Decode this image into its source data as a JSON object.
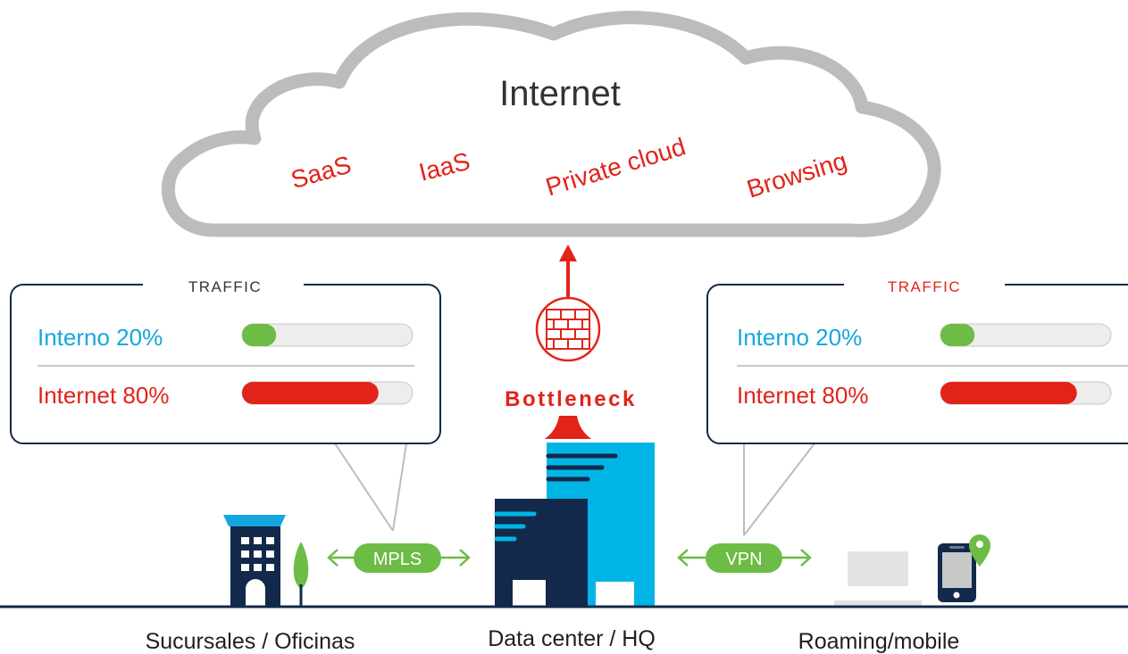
{
  "cloud": {
    "title": "Internet",
    "items": [
      "SaaS",
      "IaaS",
      "Private cloud",
      "Browsing"
    ]
  },
  "left_panel": {
    "title": "TRAFFIC",
    "rows": [
      {
        "label": "Interno 20%",
        "fill": 0.2
      },
      {
        "label": "Internet 80%",
        "fill": 0.8
      }
    ]
  },
  "right_panel": {
    "title": "TRAFFIC",
    "rows": [
      {
        "label": "Interno 20%",
        "fill": 0.2
      },
      {
        "label": "Internet 80%",
        "fill": 0.8
      }
    ]
  },
  "bottleneck": "Bottleneck",
  "links": {
    "mpls": "MPLS",
    "vpn": "VPN"
  },
  "captions": {
    "branch": "Sucursales / Oficinas",
    "datacenter": "Data center / HQ",
    "roaming": "Roaming/mobile"
  },
  "icons": {
    "firewall": "firewall-icon",
    "branch": "building-icon",
    "tree": "tree-icon",
    "datacenter": "datacenter-icon",
    "laptop": "laptop-icon",
    "phone": "phone-location-icon"
  },
  "colors": {
    "red": "#e2231a",
    "cyan": "#14a7df",
    "navy": "#13294b",
    "green": "#6cbc45",
    "gray": "#bcbcbc",
    "blue": "#00b5e5"
  }
}
